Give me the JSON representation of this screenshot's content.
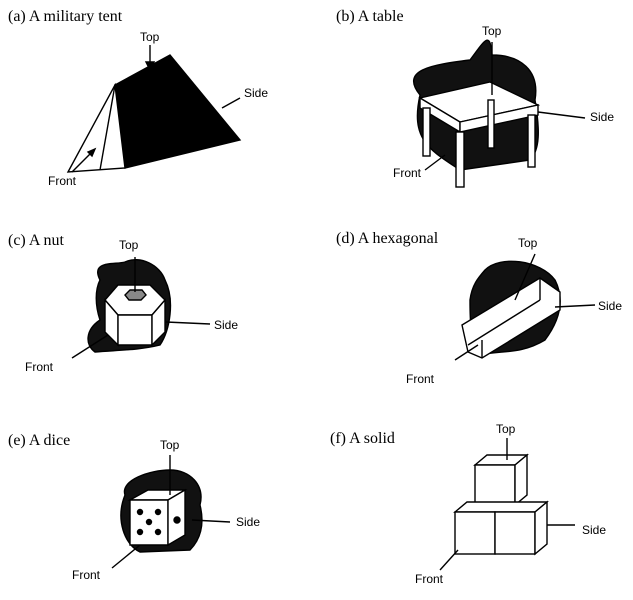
{
  "panels": [
    {
      "caption": "(a) A military tent",
      "top": "Top",
      "side": "Side",
      "front": "Front"
    },
    {
      "caption": "(b) A table",
      "top": "Top",
      "side": "Side",
      "front": "Front"
    },
    {
      "caption": "(c) A nut",
      "top": "Top",
      "side": "Side",
      "front": "Front"
    },
    {
      "caption": "(d) A hexagonal",
      "top": "Top",
      "side": "Side",
      "front": "Front"
    },
    {
      "caption": "(e) A dice",
      "top": "Top",
      "side": "Side",
      "front": "Front"
    },
    {
      "caption": "(f) A solid",
      "top": "Top",
      "side": "Side",
      "front": "Front"
    }
  ]
}
